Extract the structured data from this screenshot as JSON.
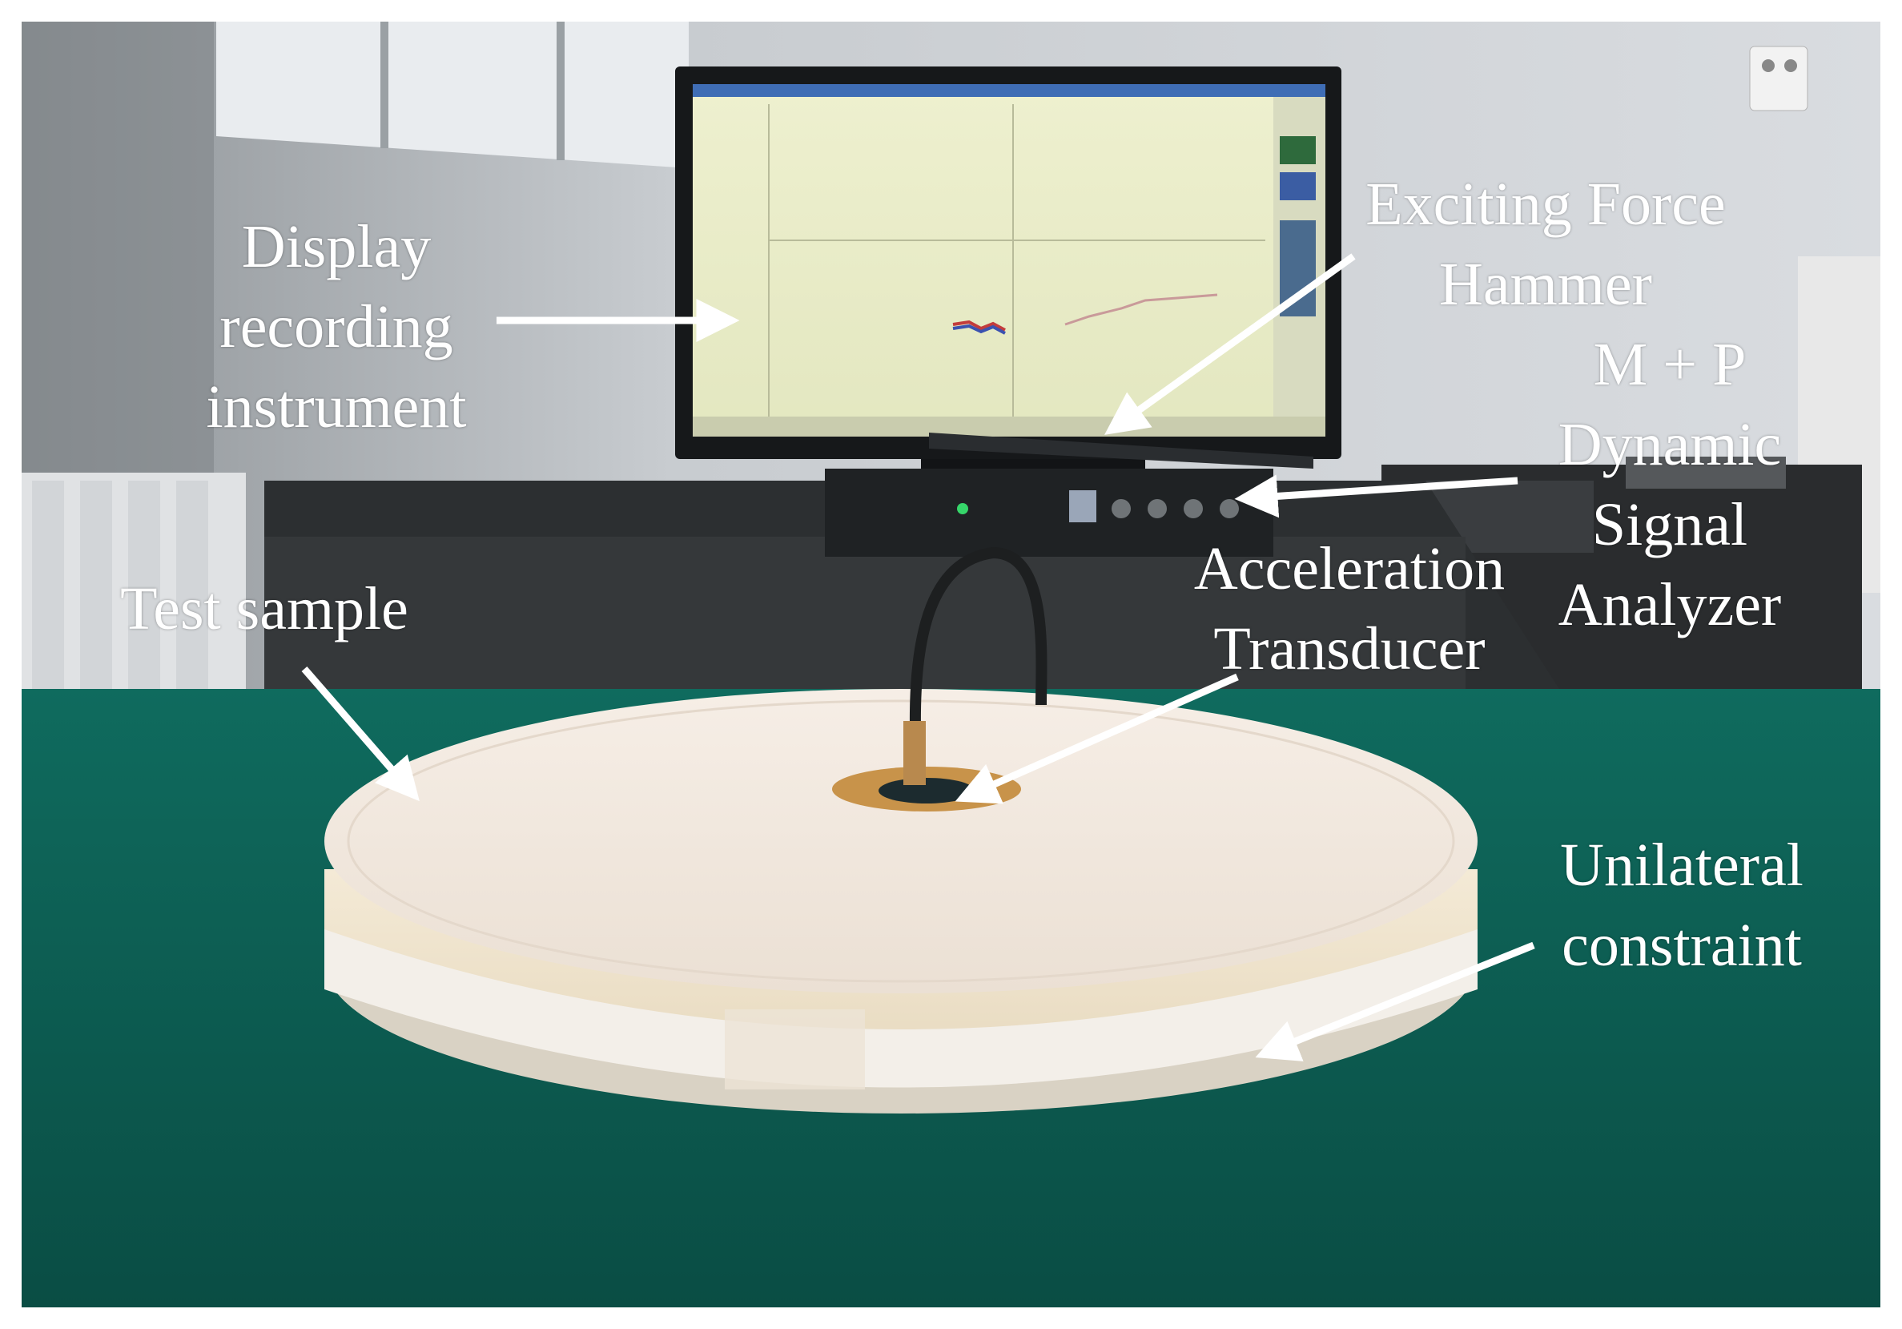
{
  "labels": {
    "display": [
      "Display",
      "recording",
      "instrument"
    ],
    "hammer": [
      "Exciting Force",
      "Hammer"
    ],
    "analyzer": [
      "M + P",
      "Dynamic",
      "Signal",
      "Analyzer"
    ],
    "transducer": [
      "Acceleration",
      "Transducer"
    ],
    "sample": [
      "Test sample"
    ],
    "constraint": [
      "Unilateral",
      "constraint"
    ]
  },
  "colors": {
    "wall": "#c9cdd2",
    "table_cover": "#0c5a4f",
    "desk": "#2c2f31",
    "sample": "#efe6dc",
    "screen": "#e9ecc8",
    "annotation": "#ffffff"
  }
}
